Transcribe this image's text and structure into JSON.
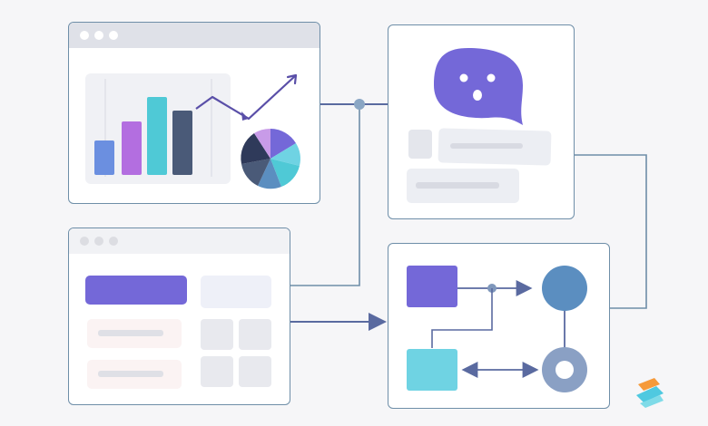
{
  "colors": {
    "background": "#f6f6f8",
    "panel_border": "#6e8ea8",
    "connector": "#6e8ea8",
    "purple": "#7468d8",
    "violet": "#b36ee0",
    "teal": "#4fc9d6",
    "slate": "#4a5a78",
    "blue": "#6b8fe0",
    "steel_blue": "#5b8ec0",
    "cyan_box": "#6fd3e3",
    "chat_bubble": "#7468d8",
    "arrow": "#5a6aa0"
  },
  "panels": {
    "analytics": {
      "bar_values": [
        0.36,
        0.55,
        0.83,
        0.68
      ],
      "trend_icon": "trend-arrow-icon",
      "pie_icon": "pie-chart-icon"
    },
    "chat": {
      "bubble_icon": "chat-bubble-icon"
    },
    "form": {},
    "flow": {
      "node_icons": [
        "square-node-icon",
        "circle-node-icon",
        "cyan-square-node-icon",
        "ring-node-icon"
      ]
    }
  },
  "logo": {
    "icon": "brand-logo-icon"
  }
}
